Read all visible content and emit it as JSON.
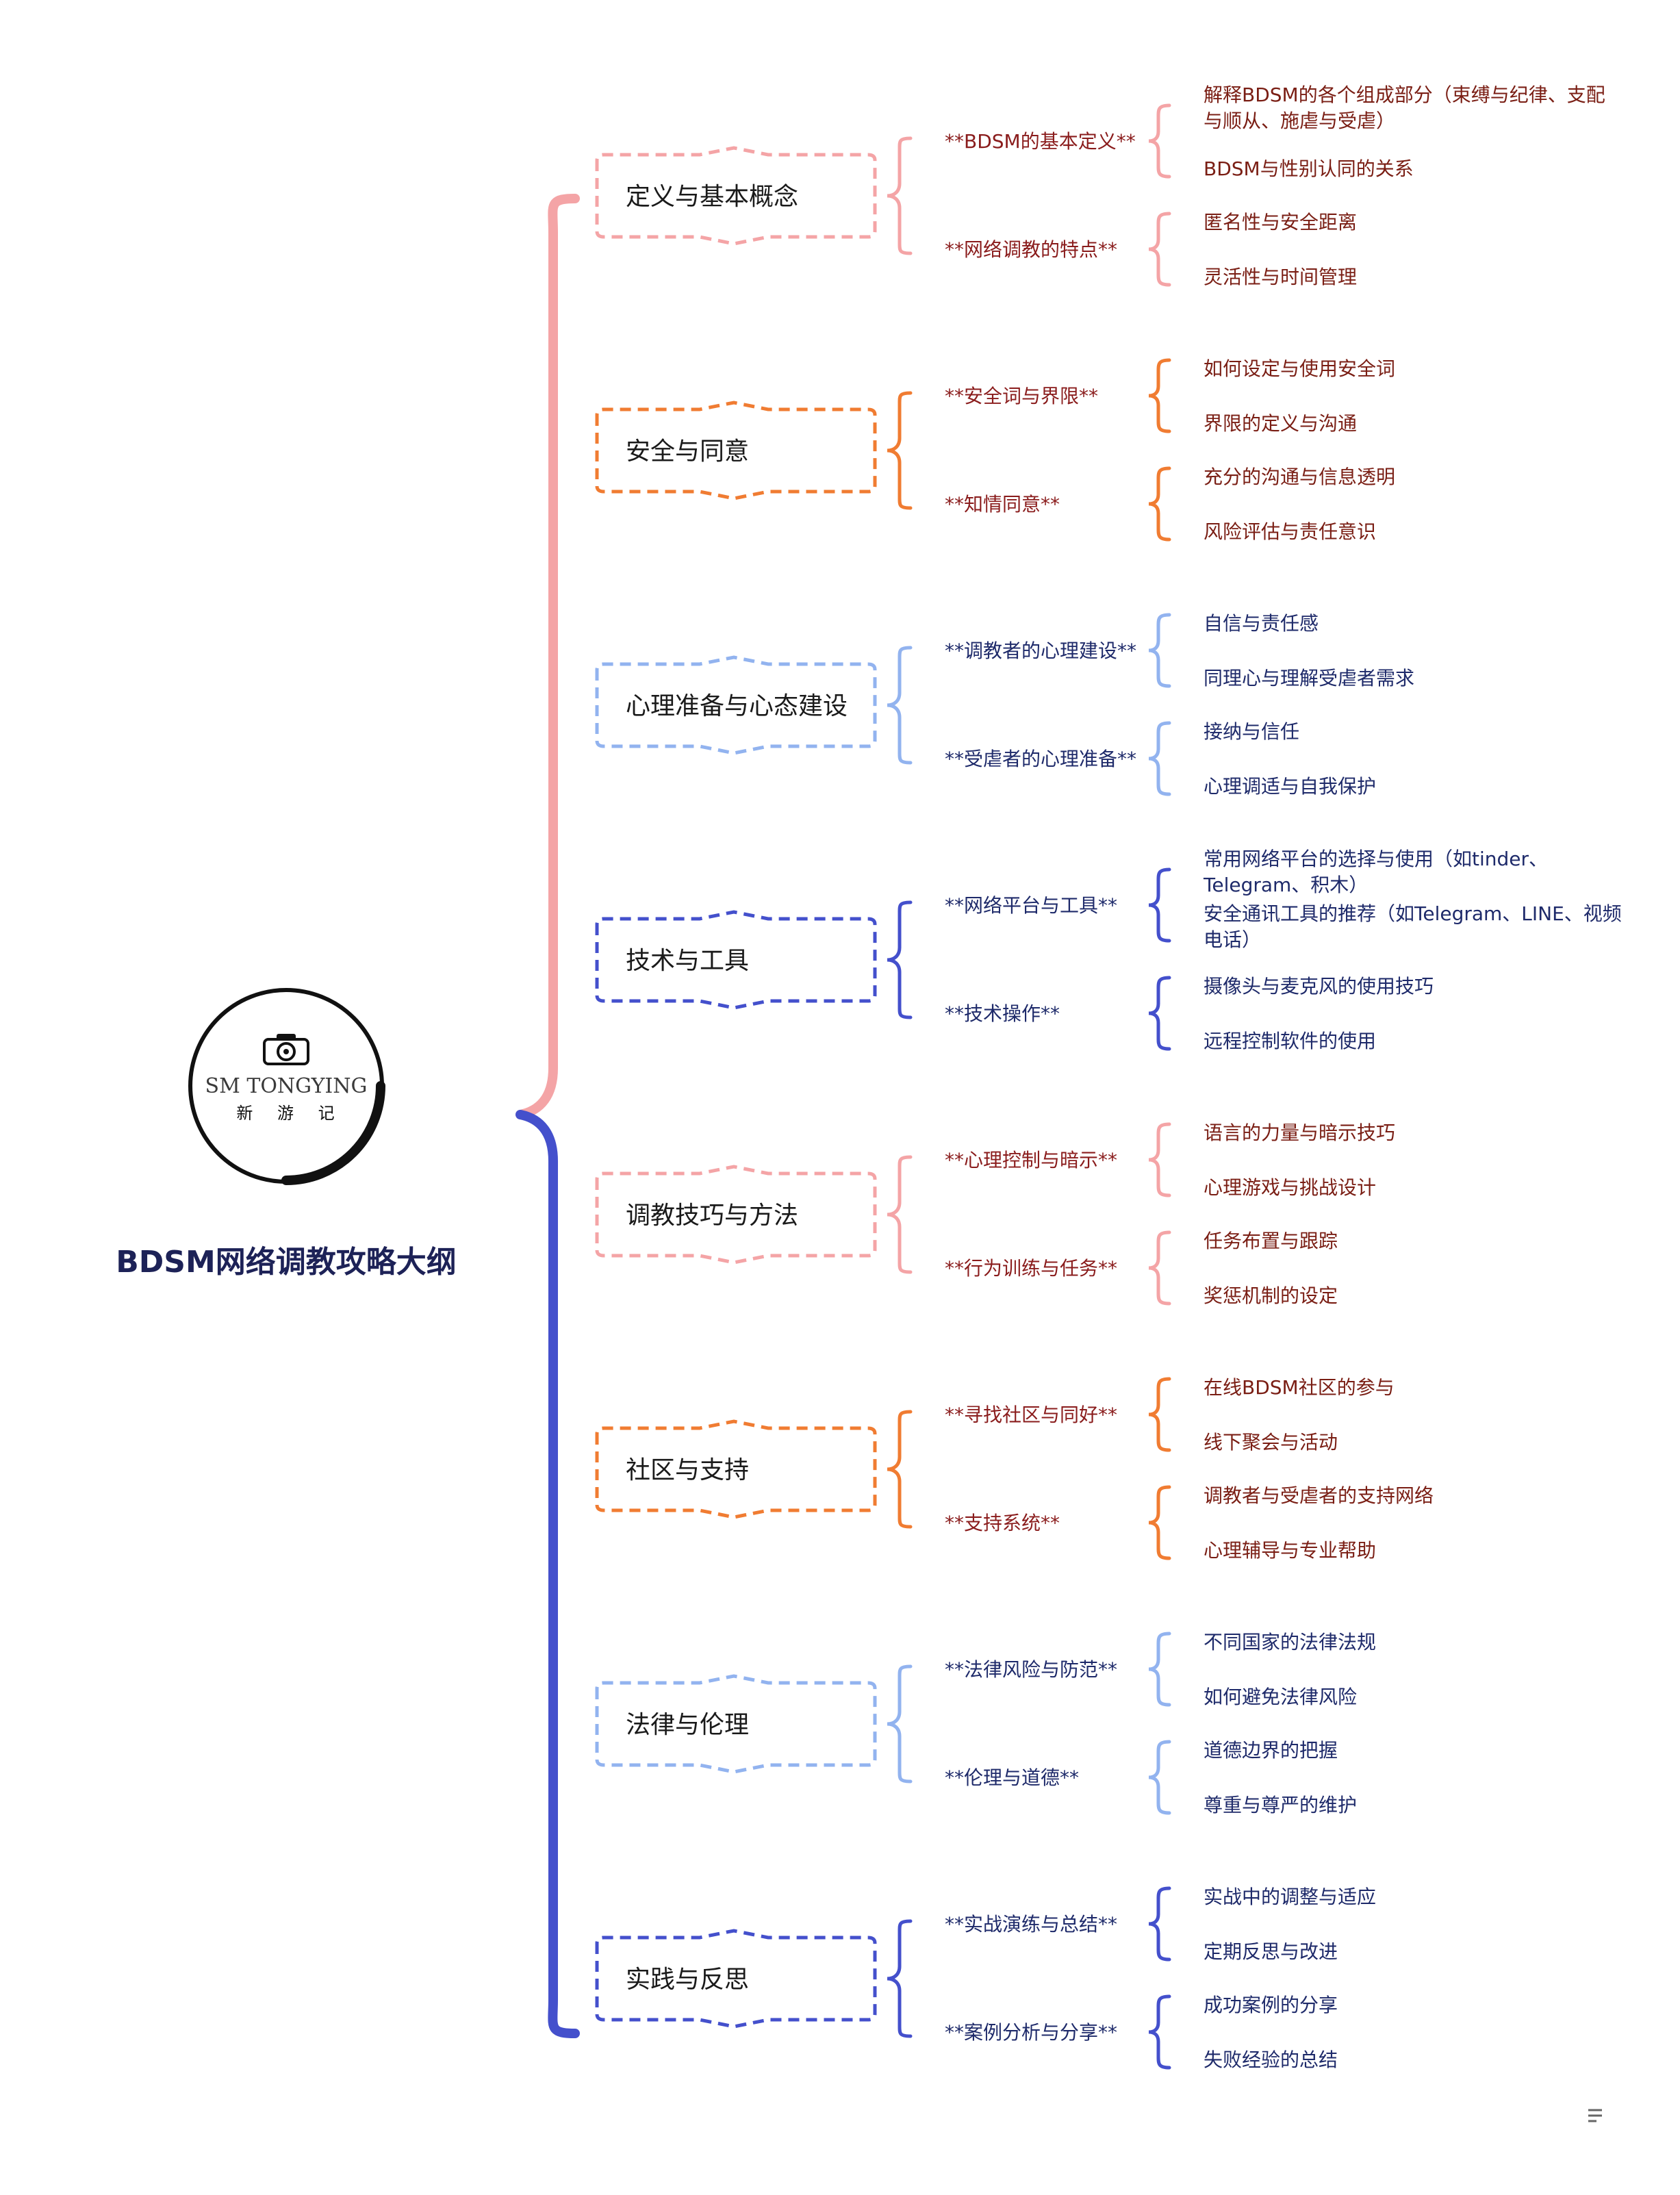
{
  "title": "BDSM网络调教攻略大纲",
  "logo": {
    "brand": "SM TONGYING",
    "subtitle": "新 游 记",
    "icon": "camera-icon"
  },
  "colors": {
    "pink": "#f4a4a6",
    "orange": "#f07c32",
    "light_blue": "#92b3ef",
    "indigo": "#4450cc",
    "sub_text_red": "#8a1c1c",
    "sub_text_blue": "#1e2a6a",
    "leaf_text_red": "#7a1e14",
    "leaf_text_blue": "#1e2a6a"
  },
  "branches": [
    {
      "label": "定义与基本概念",
      "color": "pink",
      "tone": "red",
      "subs": [
        {
          "label": "**BDSM的基本定义**",
          "leaves": [
            [
              "解释BDSM的各个组成部分（束缚与纪律、支配",
              "与顺从、施虐与受虐）"
            ],
            [
              "BDSM与性别认同的关系"
            ]
          ]
        },
        {
          "label": "**网络调教的特点**",
          "leaves": [
            [
              "匿名性与安全距离"
            ],
            [
              "灵活性与时间管理"
            ]
          ]
        }
      ]
    },
    {
      "label": "安全与同意",
      "color": "orange",
      "tone": "red",
      "subs": [
        {
          "label": "**安全词与界限**",
          "leaves": [
            [
              "如何设定与使用安全词"
            ],
            [
              "界限的定义与沟通"
            ]
          ]
        },
        {
          "label": "**知情同意**",
          "leaves": [
            [
              "充分的沟通与信息透明"
            ],
            [
              "风险评估与责任意识"
            ]
          ]
        }
      ]
    },
    {
      "label": "心理准备与心态建设",
      "color": "light_blue",
      "tone": "blue",
      "subs": [
        {
          "label": "**调教者的心理建设**",
          "leaves": [
            [
              "自信与责任感"
            ],
            [
              "同理心与理解受虐者需求"
            ]
          ]
        },
        {
          "label": "**受虐者的心理准备**",
          "leaves": [
            [
              "接纳与信任"
            ],
            [
              "心理调适与自我保护"
            ]
          ]
        }
      ]
    },
    {
      "label": "技术与工具",
      "color": "indigo",
      "tone": "blue",
      "subs": [
        {
          "label": "**网络平台与工具**",
          "leaves": [
            [
              "常用网络平台的选择与使用（如tinder、",
              "Telegram、积木）"
            ],
            [
              "安全通讯工具的推荐（如Telegram、LINE、视频",
              "电话）"
            ]
          ]
        },
        {
          "label": "**技术操作**",
          "leaves": [
            [
              "摄像头与麦克风的使用技巧"
            ],
            [
              "远程控制软件的使用"
            ]
          ]
        }
      ]
    },
    {
      "label": "调教技巧与方法",
      "color": "pink",
      "tone": "red",
      "subs": [
        {
          "label": "**心理控制与暗示**",
          "leaves": [
            [
              "语言的力量与暗示技巧"
            ],
            [
              "心理游戏与挑战设计"
            ]
          ]
        },
        {
          "label": "**行为训练与任务**",
          "leaves": [
            [
              "任务布置与跟踪"
            ],
            [
              "奖惩机制的设定"
            ]
          ]
        }
      ]
    },
    {
      "label": "社区与支持",
      "color": "orange",
      "tone": "red",
      "subs": [
        {
          "label": "**寻找社区与同好**",
          "leaves": [
            [
              "在线BDSM社区的参与"
            ],
            [
              "线下聚会与活动"
            ]
          ]
        },
        {
          "label": "**支持系统**",
          "leaves": [
            [
              "调教者与受虐者的支持网络"
            ],
            [
              "心理辅导与专业帮助"
            ]
          ]
        }
      ]
    },
    {
      "label": "法律与伦理",
      "color": "light_blue",
      "tone": "blue",
      "subs": [
        {
          "label": "**法律风险与防范**",
          "leaves": [
            [
              "不同国家的法律法规"
            ],
            [
              "如何避免法律风险"
            ]
          ]
        },
        {
          "label": "**伦理与道德**",
          "leaves": [
            [
              "道德边界的把握"
            ],
            [
              "尊重与尊严的维护"
            ]
          ]
        }
      ]
    },
    {
      "label": "实践与反思",
      "color": "indigo",
      "tone": "blue",
      "subs": [
        {
          "label": "**实战演练与总结**",
          "leaves": [
            [
              "实战中的调整与适应"
            ],
            [
              "定期反思与改进"
            ]
          ]
        },
        {
          "label": "**案例分析与分享**",
          "leaves": [
            [
              "成功案例的分享"
            ],
            [
              "失败经验的总结"
            ]
          ]
        }
      ]
    }
  ],
  "corner_icon": "menu-icon"
}
